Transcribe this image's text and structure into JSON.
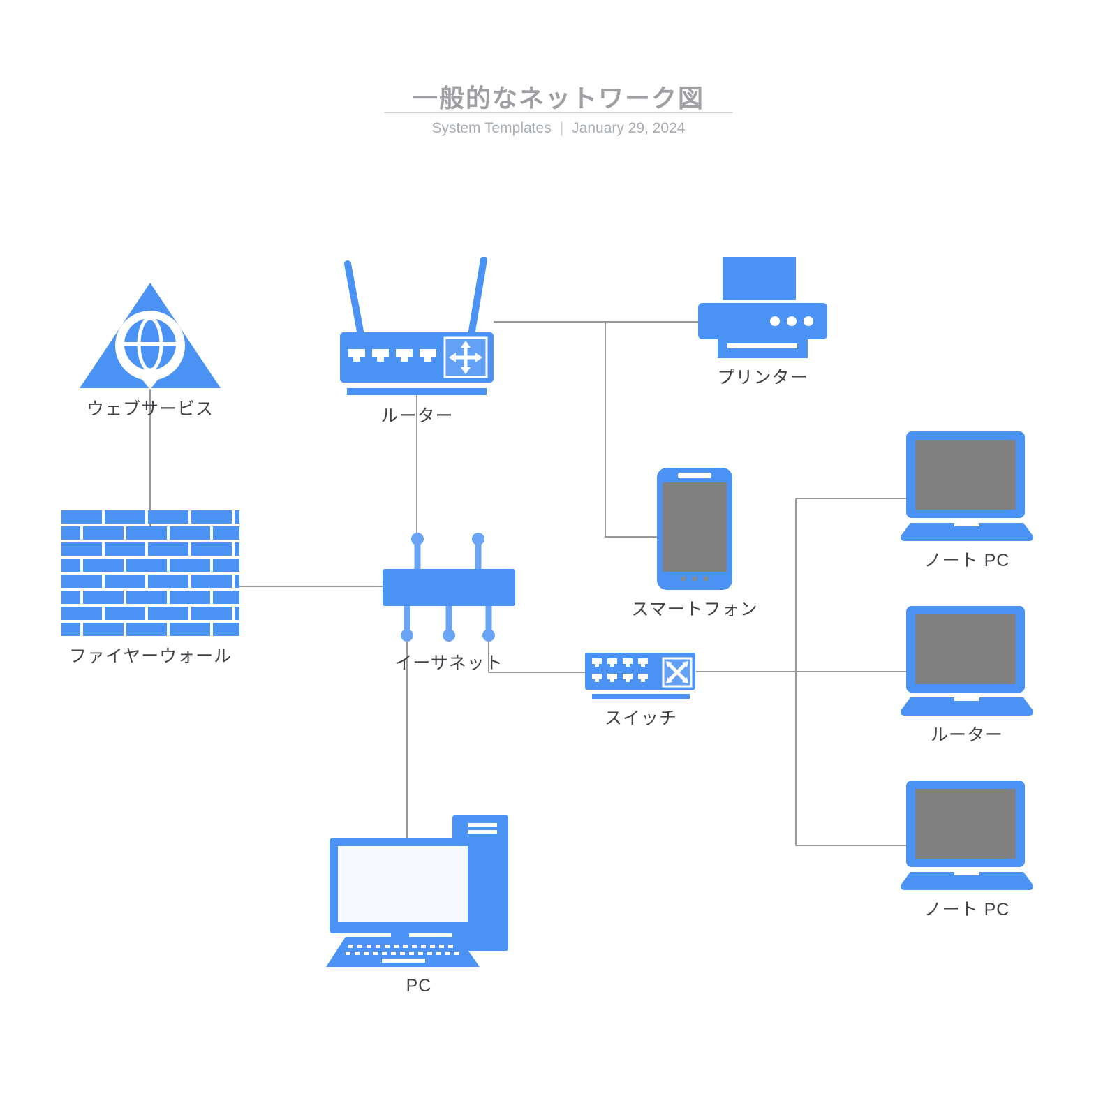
{
  "header": {
    "title": "一般的なネットワーク図",
    "subtitle": {
      "left": "System Templates",
      "separator": "|",
      "right": "January 29, 2024"
    }
  },
  "colors": {
    "accent": "#4a92f4",
    "accent_light": "#69a4f6",
    "device_screen": "#808080",
    "connector": "#999999",
    "title_text": "#9e9ea3",
    "label_text": "#3f4347"
  },
  "nodes": {
    "web_service": {
      "label": "ウェブサービス",
      "icon": "globe-triangle-icon"
    },
    "wireless_router": {
      "label": "ルーター",
      "icon": "wireless-router-icon"
    },
    "printer": {
      "label": "プリンター",
      "icon": "printer-icon"
    },
    "laptop_top": {
      "label": "ノート PC",
      "icon": "laptop-icon"
    },
    "smartphone": {
      "label": "スマートフォン",
      "icon": "smartphone-icon"
    },
    "firewall": {
      "label": "ファイヤーウォール",
      "icon": "brick-wall-icon"
    },
    "ethernet_hub": {
      "label": "イーサネット",
      "icon": "ethernet-hub-icon"
    },
    "switch": {
      "label": "スイッチ",
      "icon": "network-switch-icon"
    },
    "laptop_mid": {
      "label": "ルーター",
      "icon": "laptop-icon"
    },
    "laptop_bottom": {
      "label": "ノート PC",
      "icon": "laptop-icon"
    },
    "pc": {
      "label": "PC",
      "icon": "desktop-pc-icon"
    }
  },
  "edges": [
    {
      "from": "web_service",
      "to": "firewall"
    },
    {
      "from": "wireless_router",
      "to": "ethernet_hub"
    },
    {
      "from": "wireless_router",
      "to": "printer"
    },
    {
      "from": "wireless_router",
      "to": "smartphone"
    },
    {
      "from": "firewall",
      "to": "ethernet_hub"
    },
    {
      "from": "ethernet_hub",
      "to": "pc"
    },
    {
      "from": "ethernet_hub",
      "to": "switch"
    },
    {
      "from": "switch",
      "to": "laptop_top"
    },
    {
      "from": "switch",
      "to": "laptop_mid"
    },
    {
      "from": "switch",
      "to": "laptop_bottom"
    }
  ]
}
